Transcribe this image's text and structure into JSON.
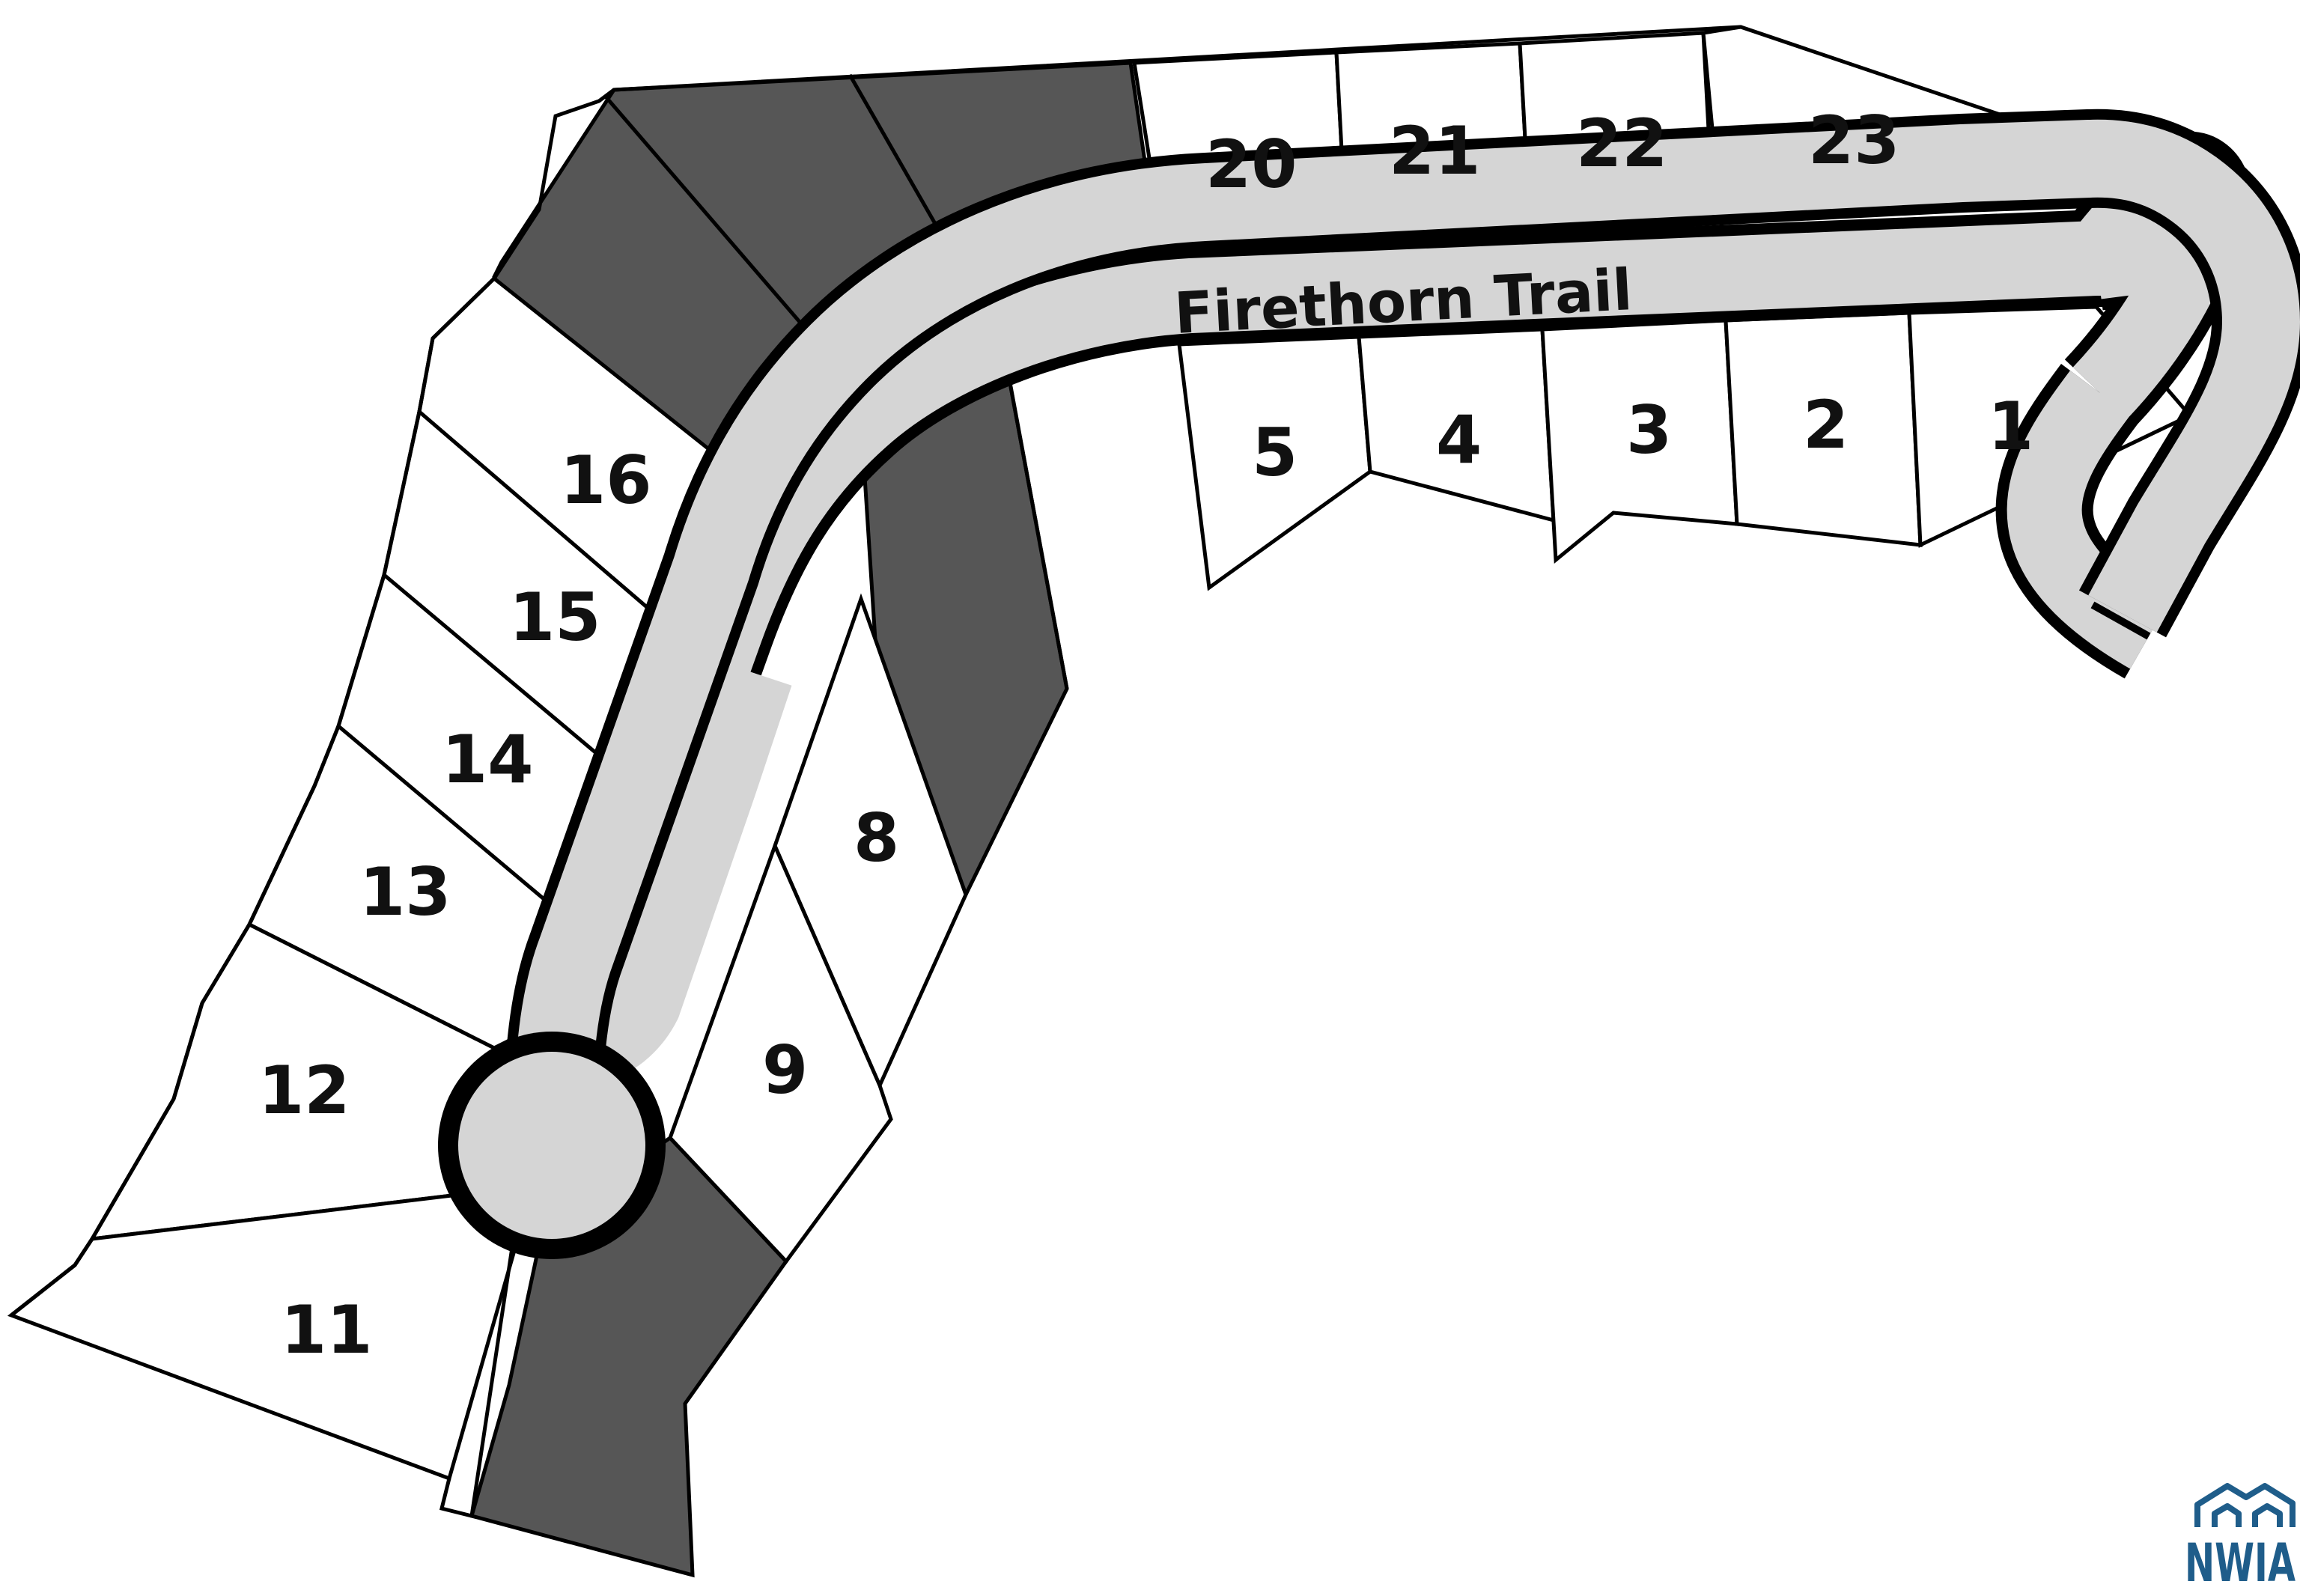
{
  "map": {
    "road_name": "Firethorn Trail",
    "lots": [
      "1",
      "2",
      "3",
      "4",
      "5",
      "8",
      "9",
      "11",
      "12",
      "13",
      "14",
      "15",
      "16",
      "20",
      "21",
      "22",
      "23"
    ],
    "colors": {
      "background": "#ffffff",
      "lot_fill": "#ffffff",
      "reserved_area_fill": "#565656",
      "road_fill": "#d5d5d5",
      "outline": "#000000"
    }
  },
  "logo": {
    "text": "NWIA",
    "icon": "houses-roof-icon",
    "color": "#1f5d8a"
  }
}
